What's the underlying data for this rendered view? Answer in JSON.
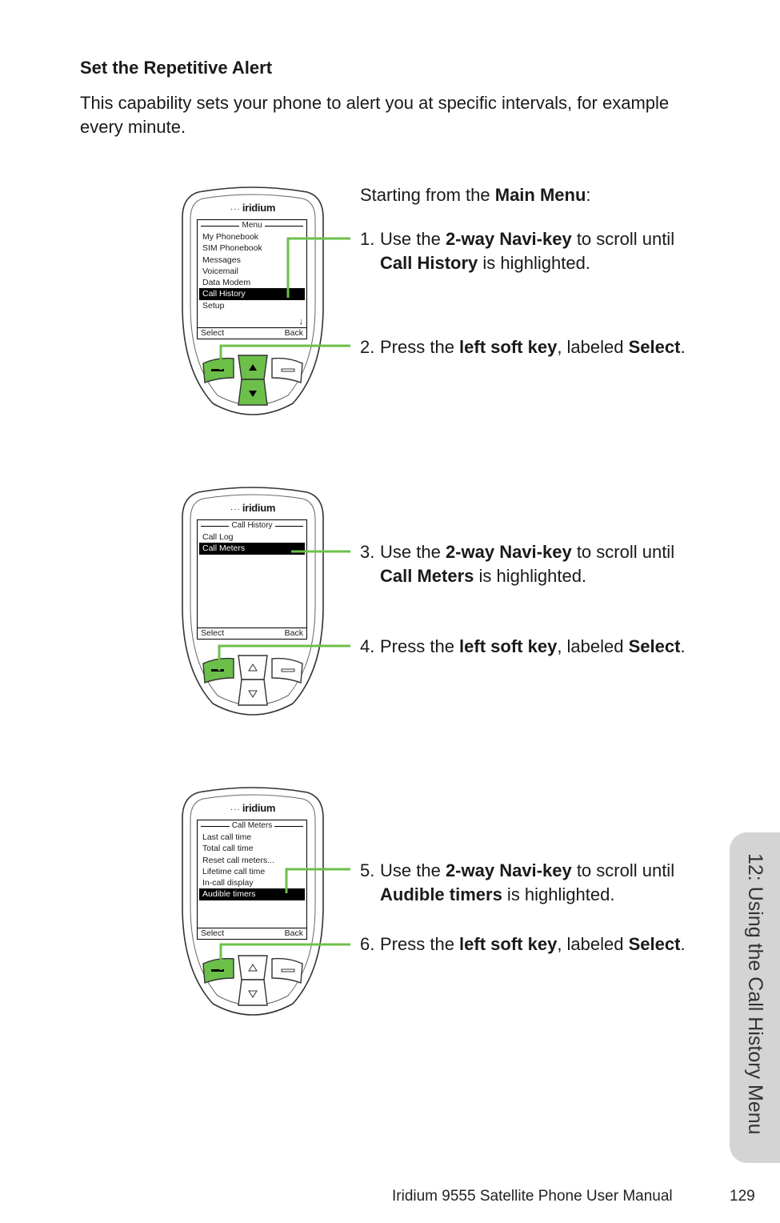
{
  "heading": "Set the Repetitive Alert",
  "intro": "This capability sets your phone to alert you at specific intervals, for example every minute.",
  "brand": {
    "mark": "···",
    "name": "iridium"
  },
  "colors": {
    "accent": "#6cc04a",
    "tab": "#d4d4d4"
  },
  "phones": [
    {
      "title": "Menu",
      "items": [
        "My Phonebook",
        "SIM Phonebook",
        "Messages",
        "Voicemail",
        "Data Modem",
        "Call History",
        "Setup"
      ],
      "highlighted": "Call History",
      "scroll_icon": "down-arrow-icon",
      "left_soft": "Select",
      "right_soft": "Back"
    },
    {
      "title": "Call History",
      "items": [
        "Call Log",
        "Call Meters"
      ],
      "highlighted": "Call Meters",
      "left_soft": "Select",
      "right_soft": "Back"
    },
    {
      "title": "Call Meters",
      "items": [
        "Last call time",
        "Total call time",
        "Reset call meters...",
        "Lifetime call time",
        "In-call display",
        "Audible timers"
      ],
      "highlighted": "Audible timers",
      "left_soft": "Select",
      "right_soft": "Back"
    }
  ],
  "steps": {
    "start": {
      "pre": "Starting from the ",
      "bold": "Main Menu",
      "post": ":"
    },
    "s1": {
      "num": "1.",
      "pre": "Use the ",
      "bold": "2-way Navi-key",
      "post": " to scroll until",
      "bold2": "Call History",
      "post2": " is highlighted."
    },
    "s2": {
      "num": "2.",
      "pre": "Press the ",
      "bold": "left soft key",
      "post": ", labeled ",
      "bold2": "Select",
      "post2": "."
    },
    "s3": {
      "num": "3.",
      "pre": "Use the ",
      "bold": "2-way Navi-key",
      "post": " to scroll until",
      "bold2": "Call Meters",
      "post2": " is highlighted."
    },
    "s4": {
      "num": "4.",
      "pre": "Press the ",
      "bold": "left soft key",
      "post": ", labeled ",
      "bold2": "Select",
      "post2": "."
    },
    "s5": {
      "num": "5.",
      "pre": "Use the ",
      "bold": "2-way Navi-key",
      "post": " to scroll until",
      "bold2": "Audible timers",
      "post2": " is highlighted."
    },
    "s6": {
      "num": "6.",
      "pre": "Press the ",
      "bold": "left soft key",
      "post": ", labeled ",
      "bold2": "Select",
      "post2": "."
    }
  },
  "side_tab": "12: Using the Call History Menu",
  "footer": "Iridium 9555 Satellite Phone User Manual",
  "page_number": "129"
}
